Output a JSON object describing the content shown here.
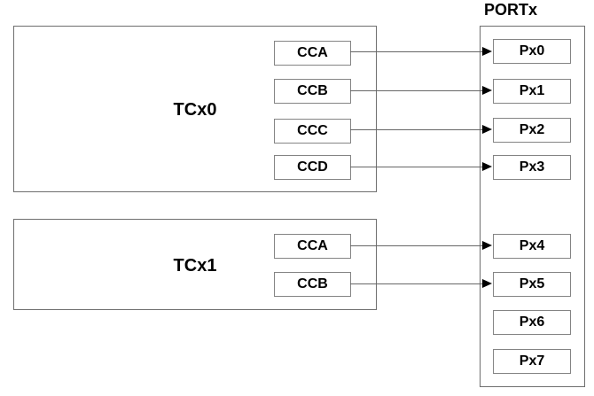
{
  "port": {
    "title": "PORTx",
    "pins": [
      "Px0",
      "Px1",
      "Px2",
      "Px3",
      "Px4",
      "Px5",
      "Px6",
      "Px7"
    ]
  },
  "timers": [
    {
      "name": "TCx0",
      "channels": [
        "CCA",
        "CCB",
        "CCC",
        "CCD"
      ]
    },
    {
      "name": "TCx1",
      "channels": [
        "CCA",
        "CCB"
      ]
    }
  ],
  "connections": [
    {
      "from": "TCx0.CCA",
      "to": "Px0"
    },
    {
      "from": "TCx0.CCB",
      "to": "Px1"
    },
    {
      "from": "TCx0.CCC",
      "to": "Px2"
    },
    {
      "from": "TCx0.CCD",
      "to": "Px3"
    },
    {
      "from": "TCx1.CCA",
      "to": "Px4"
    },
    {
      "from": "TCx1.CCB",
      "to": "Px5"
    }
  ],
  "colors": {
    "background": "#ffffff",
    "outer_box_border": "#6e6e6e",
    "inner_box_border": "#848484",
    "arrow_line": "#666666",
    "arrowhead": "#000000",
    "text": "#000000"
  }
}
